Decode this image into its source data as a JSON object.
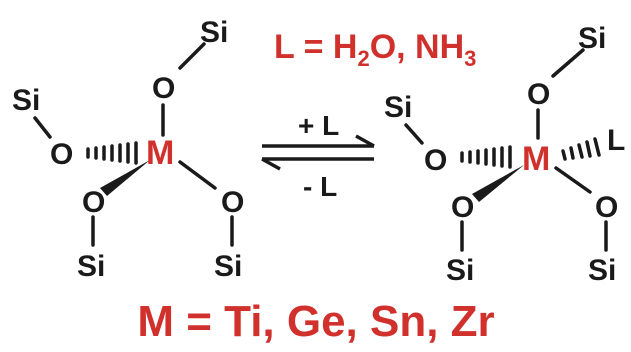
{
  "colors": {
    "metal": "#d0312d",
    "ink": "#1a1a1a",
    "background": "#ffffff"
  },
  "left_structure": {
    "metal": "M",
    "si_top": "Si",
    "o_top": "O",
    "si_left": "Si",
    "o_left": "O",
    "o_lower_left": "O",
    "si_lower_left": "Si",
    "o_lower_right": "O",
    "si_lower_right": "Si"
  },
  "right_structure": {
    "metal": "M",
    "ligand": "L",
    "si_top": "Si",
    "o_top": "O",
    "si_left": "Si",
    "o_left": "O",
    "o_lower_left": "O",
    "si_lower_left": "Si",
    "o_lower_right": "O",
    "si_lower_right": "Si"
  },
  "equilibrium": {
    "forward_label": "+ L",
    "reverse_label": "- L"
  },
  "ligand_definition": {
    "prefix": "L = H",
    "sub1": "2",
    "mid": "O, NH",
    "sub2": "3"
  },
  "metal_definition": {
    "text": "M = Ti, Ge, Sn, Zr"
  }
}
